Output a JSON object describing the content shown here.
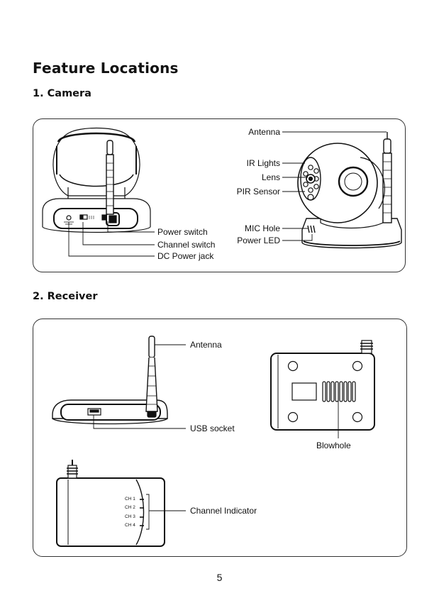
{
  "title": "Feature Locations",
  "camera": {
    "heading": "1. Camera",
    "labels": {
      "antenna": "Antenna",
      "ir_lights": "IR Lights",
      "lens": "Lens",
      "pir_sensor": "PIR Sensor",
      "mic_hole": "MIC Hole",
      "power_led": "Power LED",
      "power_switch": "Power switch",
      "channel_switch": "Channel switch",
      "dc_power_jack": "DC Power jack"
    }
  },
  "receiver": {
    "heading": "2. Receiver",
    "labels": {
      "antenna": "Antenna",
      "usb_socket": "USB socket",
      "blowhole": "Blowhole",
      "channel_indicator": "Channel Indicator"
    },
    "channels": [
      "CH 1",
      "CH 2",
      "CH 3",
      "CH 4"
    ]
  },
  "page_number": "5"
}
